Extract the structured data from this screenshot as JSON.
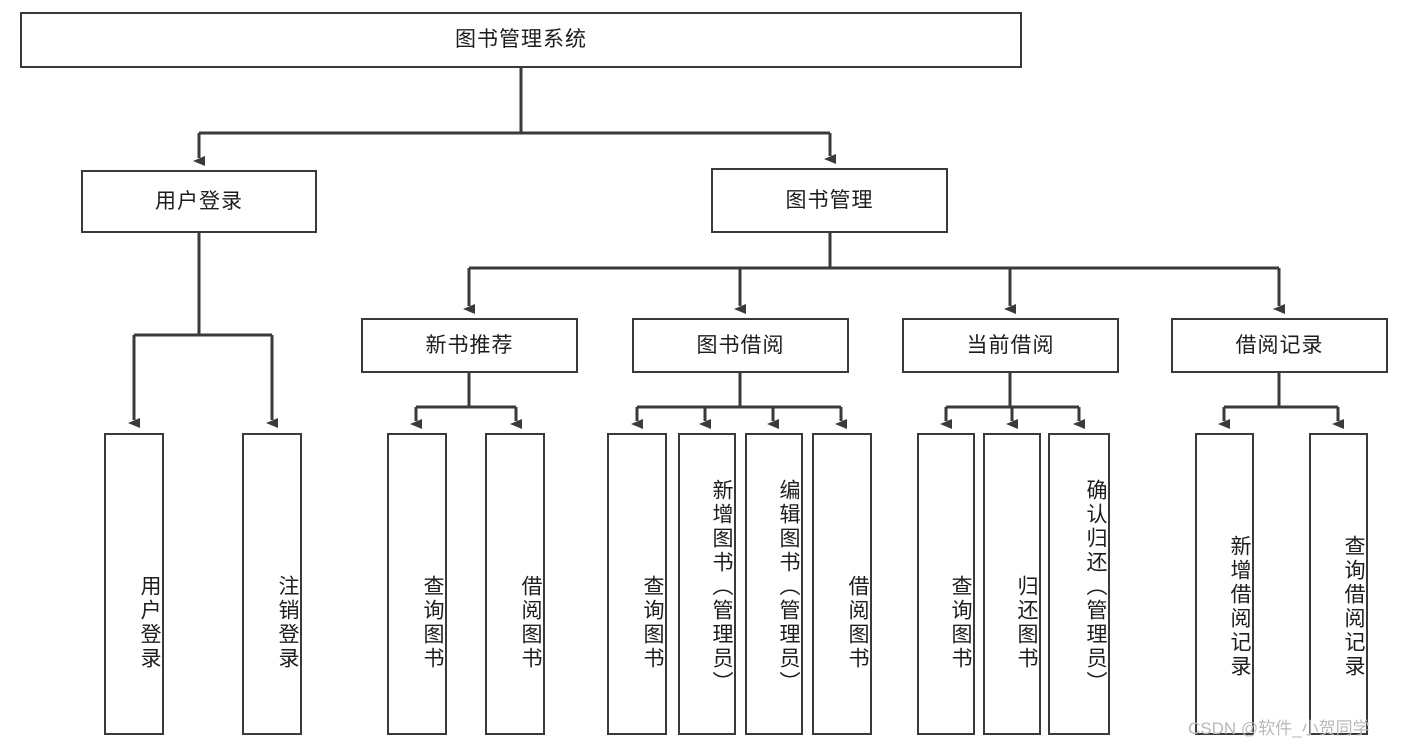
{
  "diagram": {
    "title": "图书管理系统",
    "type": "hierarchy-tree",
    "colors": {
      "box_border": "#3a3a3a",
      "box_fill": "#ffffff",
      "connector": "#3a3a3a",
      "text": "#1d1d1d",
      "watermark": "#b9b9b9",
      "background": "#ffffff"
    },
    "root": {
      "label": "图书管理系统",
      "orientation": "horizontal"
    },
    "level2": [
      {
        "label": "用户登录",
        "orientation": "horizontal"
      },
      {
        "label": "图书管理",
        "orientation": "horizontal"
      }
    ],
    "level3": [
      {
        "label": "新书推荐",
        "orientation": "horizontal"
      },
      {
        "label": "图书借阅",
        "orientation": "horizontal"
      },
      {
        "label": "当前借阅",
        "orientation": "horizontal"
      },
      {
        "label": "借阅记录",
        "orientation": "horizontal"
      }
    ],
    "leaves": {
      "user_login": [
        {
          "label": "用户登录",
          "orientation": "vertical"
        },
        {
          "label": "注销登录",
          "orientation": "vertical"
        }
      ],
      "new_book_recommend": [
        {
          "label": "查询图书",
          "orientation": "vertical"
        },
        {
          "label": "借阅图书",
          "orientation": "vertical"
        }
      ],
      "book_borrow": [
        {
          "label": "查询图书",
          "orientation": "vertical"
        },
        {
          "label": "新增图书（管理员）",
          "orientation": "vertical"
        },
        {
          "label": "编辑图书（管理员）",
          "orientation": "vertical"
        },
        {
          "label": "借阅图书",
          "orientation": "vertical"
        }
      ],
      "current_borrow": [
        {
          "label": "查询图书",
          "orientation": "vertical"
        },
        {
          "label": "归还图书",
          "orientation": "vertical"
        },
        {
          "label": "确认归还（管理员）",
          "orientation": "vertical"
        }
      ],
      "borrow_record": [
        {
          "label": "新增借阅记录",
          "orientation": "vertical"
        },
        {
          "label": "查询借阅记录",
          "orientation": "vertical"
        }
      ]
    }
  },
  "watermark": {
    "text": "CSDN @软件_小贺同学"
  }
}
